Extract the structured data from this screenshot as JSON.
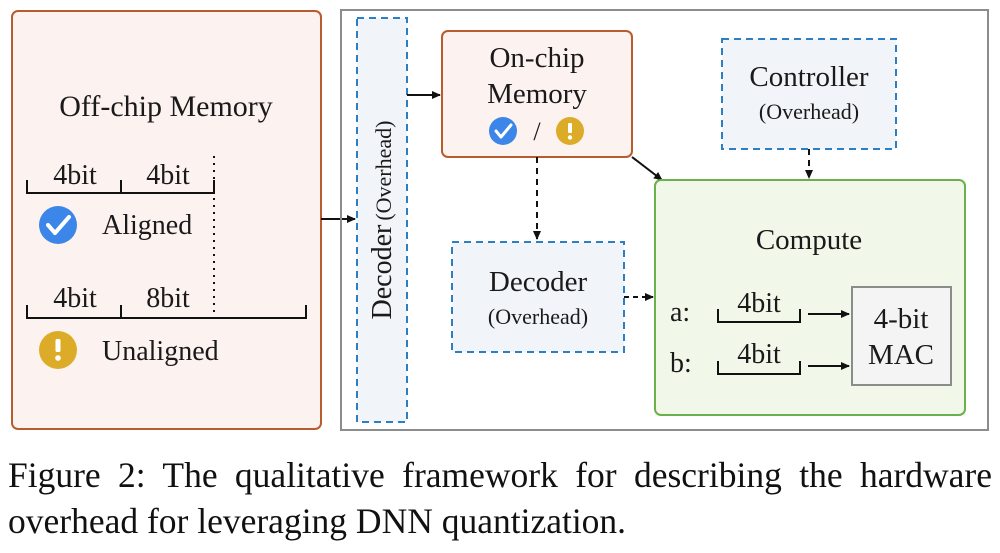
{
  "offchip": {
    "title": "Off-chip Memory",
    "aligned": {
      "width1": "4bit",
      "width2": "4bit",
      "label": "Aligned"
    },
    "unaligned": {
      "width1": "4bit",
      "width2": "8bit",
      "label": "Unaligned"
    }
  },
  "decoder_left": {
    "title": "Decoder",
    "note": "(Overhead)"
  },
  "onchip": {
    "line1": "On-chip",
    "line2": "Memory",
    "separator": "/"
  },
  "controller": {
    "title": "Controller",
    "note": "(Overhead)"
  },
  "decoder_mid": {
    "title": "Decoder",
    "note": "(Overhead)"
  },
  "compute": {
    "title": "Compute",
    "a_label": "a:",
    "a_width": "4bit",
    "b_label": "b:",
    "b_width": "4bit",
    "mac_line1": "4-bit",
    "mac_line2": "MAC"
  },
  "icons": {
    "check": "check-circle-icon",
    "warning": "exclamation-circle-icon"
  },
  "colors": {
    "offchip_fill": "#fcf2ef",
    "offchip_stroke": "#b85c2e",
    "dashed_fill": "#f1f5fa",
    "dashed_stroke": "#2b7fc2",
    "onchip_fill": "#fcf2ef",
    "compute_fill": "#f1f8ea",
    "compute_stroke": "#6ab04c",
    "check_blue": "#3b86e8",
    "warning_gold": "#dcac28",
    "system_stroke": "#8c8c8c"
  },
  "caption": "Figure 2: The qualitative framework for describing the hardware overhead for leveraging DNN quantization."
}
